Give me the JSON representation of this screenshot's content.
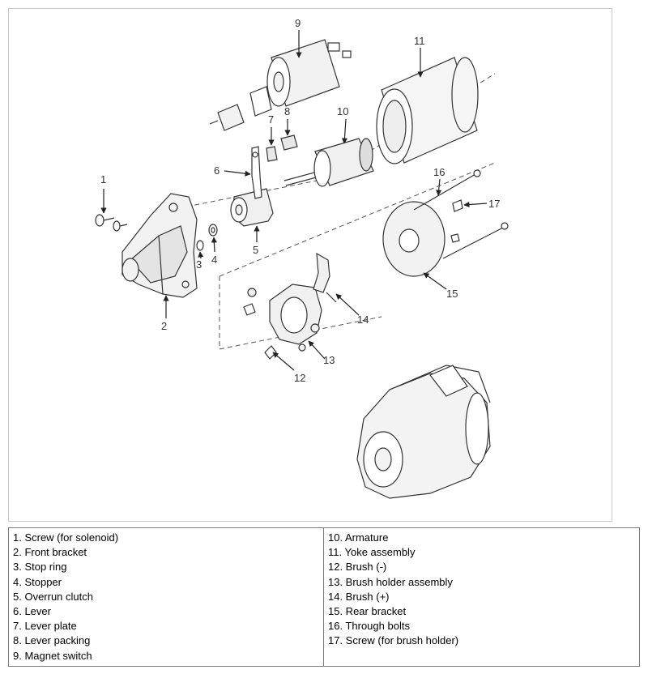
{
  "callouts": {
    "c1": "1",
    "c2": "2",
    "c3": "3",
    "c4": "4",
    "c5": "5",
    "c6": "6",
    "c7": "7",
    "c8": "8",
    "c9": "9",
    "c10": "10",
    "c11": "11",
    "c12": "12",
    "c13": "13",
    "c14": "14",
    "c15": "15",
    "c16": "16",
    "c17": "17"
  },
  "legend": {
    "left": [
      "1. Screw (for solenoid)",
      "2. Front bracket",
      "3. Stop ring",
      "4. Stopper",
      "5. Overrun clutch",
      "6. Lever",
      "7. Lever plate",
      "8. Lever packing",
      "9. Magnet switch"
    ],
    "right": [
      "10. Armature",
      "11. Yoke assembly",
      "12. Brush (-)",
      "13. Brush holder assembly",
      "14. Brush (+)",
      "15. Rear bracket",
      "16. Through bolts",
      "17. Screw (for brush holder)"
    ]
  }
}
